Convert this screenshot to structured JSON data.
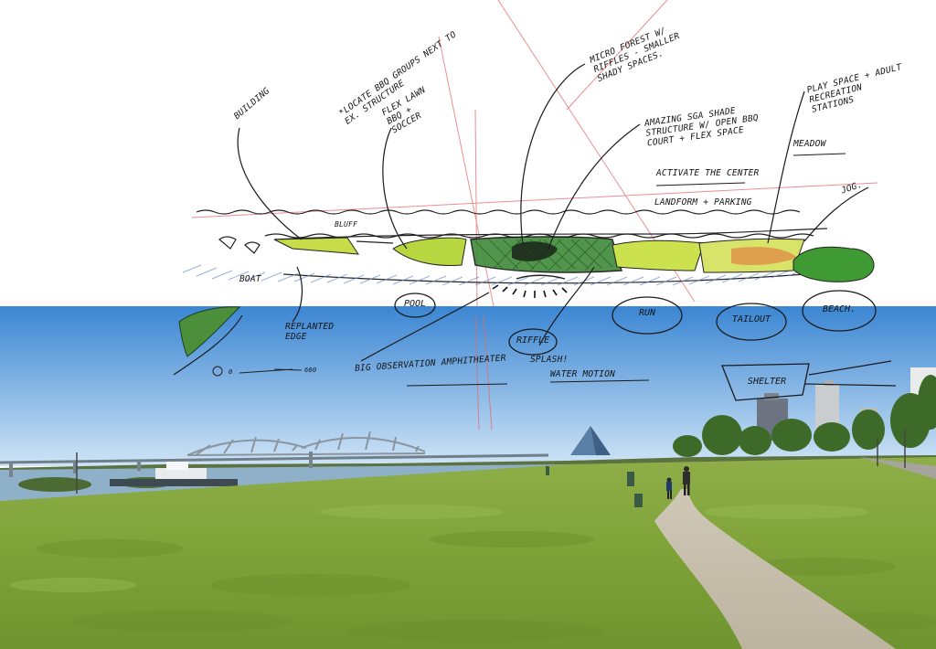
{
  "sketch": {
    "notes": {
      "building": "Building",
      "bbq": "*Locate BBQ groups next to ex. structure",
      "flex_lawn": "Flex lawn BBQ + soccer",
      "micro_forest": "Micro forest w/ riffles - smaller shady spaces.",
      "play_space": "Play space + adult recreation stations",
      "meadow": "Meadow",
      "amazing": "Amazing SGA shade structure w/ open bbq court + flex space",
      "activate": "Activate the center",
      "landform": "Landform + parking",
      "jog": "Jog.",
      "bluff": "Bluff",
      "boat": "Boat",
      "replanted": "Replanted edge",
      "big_obs": "Big observation amphitheater",
      "splash": "Splash!",
      "water_motion": "Water motion",
      "scale_left": "0",
      "scale_right": "600"
    },
    "bubbles": {
      "pool": "Pool",
      "riffle": "Riffle",
      "run": "Run",
      "tailout": "Tailout",
      "beach": "Beach.",
      "shelter": "Shelter"
    }
  },
  "colors": {
    "sky_top": "#3b86d3",
    "sky_bottom": "#cfe4f6",
    "river": "#8fb0c9",
    "grass": "#7fa33a",
    "path": "#c8c0ad",
    "sketch_green": "#b7d94a",
    "pencil_red": "#e46a6a"
  }
}
